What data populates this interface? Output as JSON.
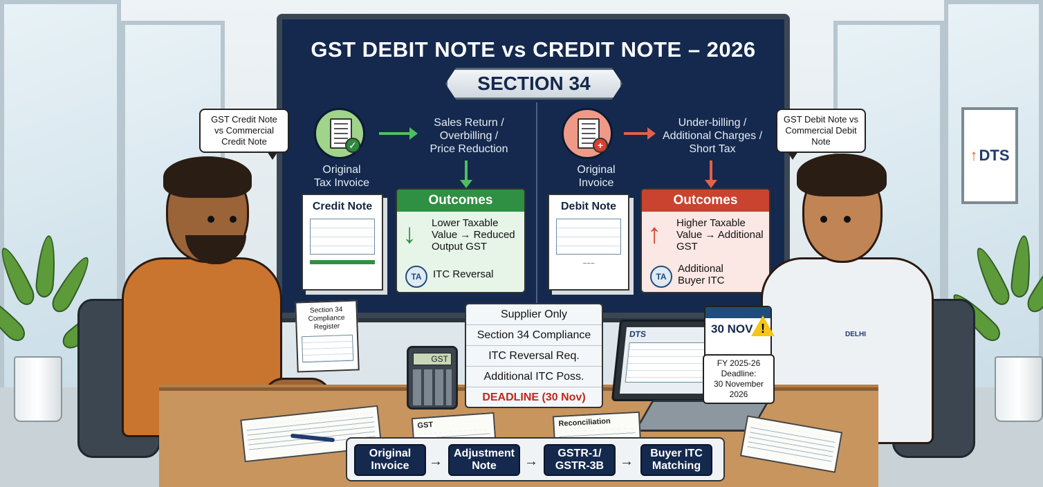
{
  "board": {
    "title": "GST DEBIT NOTE vs CREDIT NOTE – 2026",
    "section": "SECTION 34"
  },
  "left": {
    "invoice_label": "Original\nTax Invoice",
    "trigger": "Sales Return /\nOverbilling /\nPrice Reduction",
    "note_title": "Credit Note",
    "outcome_title": "Outcomes",
    "outcome_line1": "Lower Taxable Value → Reduced Output GST",
    "outcome_line2": "ITC Reversal",
    "badge": "TA",
    "color": "#2f8f42"
  },
  "right": {
    "invoice_label": "Original\nInvoice",
    "trigger": "Under-billing /\nAdditional Charges /\nShort Tax",
    "note_title": "Debit Note",
    "outcome_title": "Outcomes",
    "outcome_line1": "Higher Taxable Value → Additional GST",
    "outcome_line2": "Additional\nBuyer ITC",
    "badge": "TA",
    "color": "#c9432f"
  },
  "bubbles": {
    "left": "GST Credit Note vs Commercial Credit Note",
    "right": "GST Debit Note vs Commercial Debit Note"
  },
  "compliance": {
    "rows": [
      "Supplier Only",
      "Section 34 Compliance",
      "ITC Reversal Req.",
      "Additional ITC Poss."
    ],
    "deadline": "DEADLINE (30 Nov)"
  },
  "register": {
    "title": "Section 34\nCompliance\nRegister"
  },
  "calculator": {
    "screen": "GST"
  },
  "laptop": {
    "brand": "DTS"
  },
  "calendar": {
    "date": "30 NOV",
    "note": "FY 2025-26\nDeadline:\n30 November 2026"
  },
  "papers": {
    "gst": "GST",
    "reconciliation": "Reconciliation"
  },
  "wall_logo": "DTS",
  "shirt_logo": "DELHI",
  "flow": {
    "steps": [
      "Original\nInvoice",
      "Adjustment\nNote",
      "GSTR-1/\nGSTR-3B",
      "Buyer ITC\nMatching"
    ]
  }
}
